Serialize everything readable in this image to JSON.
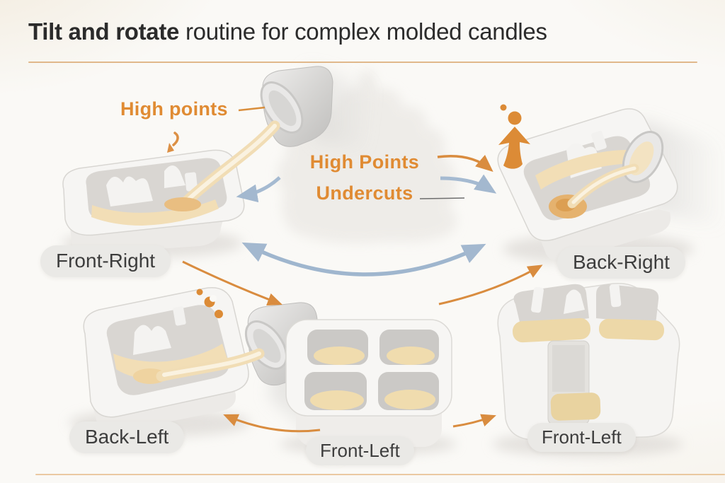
{
  "title": {
    "bold": "Tilt and rotate",
    "rest": " routine for complex molded candles"
  },
  "callouts": {
    "high_points": "High points"
  },
  "center_annotation": {
    "line1": "High Points",
    "line2": "Undercuts"
  },
  "stages": [
    {
      "id": "front-right",
      "label": "Front-Right",
      "position": "top-left"
    },
    {
      "id": "back-right",
      "label": "Back-Right",
      "position": "top-right"
    },
    {
      "id": "back-left",
      "label": "Back-Left",
      "position": "bottom-left"
    },
    {
      "id": "front-left-center",
      "label": "Front-Left",
      "position": "bottom-center"
    },
    {
      "id": "front-left-right",
      "label": "Front-Left",
      "position": "bottom-right"
    }
  ],
  "arrows": [
    {
      "name": "cycle-arc",
      "color_name": "blue",
      "double_headed": true
    },
    {
      "name": "center-to-front-right",
      "color_name": "blue",
      "double_headed": false
    },
    {
      "name": "center-to-back-right-upper",
      "color_name": "orange",
      "double_headed": false
    },
    {
      "name": "center-to-back-right-lower",
      "color_name": "blue",
      "double_headed": false
    },
    {
      "name": "front-right-outward",
      "color_name": "orange",
      "double_headed": false
    },
    {
      "name": "center-to-back-left",
      "color_name": "orange",
      "double_headed": false
    },
    {
      "name": "center-to-front-left-right",
      "color_name": "orange",
      "double_headed": false
    },
    {
      "name": "up-to-back-right",
      "color_name": "orange",
      "double_headed": false
    },
    {
      "name": "tilt-up-indicator",
      "color_name": "orange",
      "double_headed": false
    }
  ],
  "colors": {
    "background": "#FAF9F6",
    "title_text": "#2B2B2B",
    "accent_orange": "#E08B33",
    "arrow_orange": "#D98C3F",
    "arrow_blue": "#A3B8CF",
    "pill_background": "#EAE9E6",
    "pill_text": "#3D3D3D",
    "mold_white": "#F6F5F3",
    "cavity_gray": "#D9D6D2",
    "wax_cream": "#F1DDB5"
  }
}
